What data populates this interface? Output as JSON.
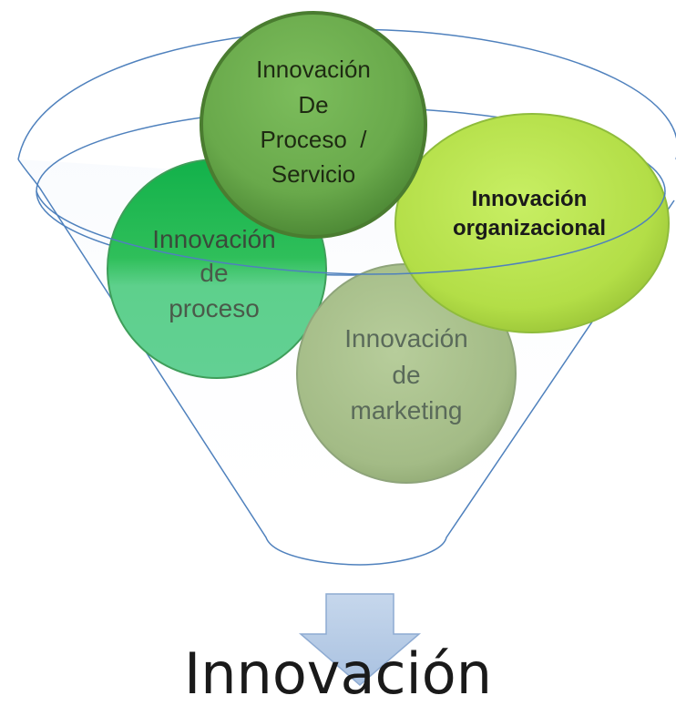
{
  "circles": {
    "servicio": {
      "lines": [
        "Innovación",
        "De",
        "Proceso  /",
        "Servicio"
      ]
    },
    "organizacional": {
      "lines": [
        "Innovación",
        "organizacional"
      ]
    },
    "proceso": {
      "lines": [
        "Innovación",
        "de",
        "proceso"
      ]
    },
    "marketing": {
      "lines": [
        "Innovación",
        "de",
        "marketing"
      ]
    }
  },
  "output": {
    "label": "Innovación"
  },
  "colors": {
    "funnel_outline": "#4f81bd",
    "circle_servicio": "#6aa84f",
    "circle_organizacional": "#b5e04a",
    "circle_proceso": "#2fbf5a",
    "circle_marketing": "#a8c08a",
    "arrow": "#b8cce4"
  }
}
